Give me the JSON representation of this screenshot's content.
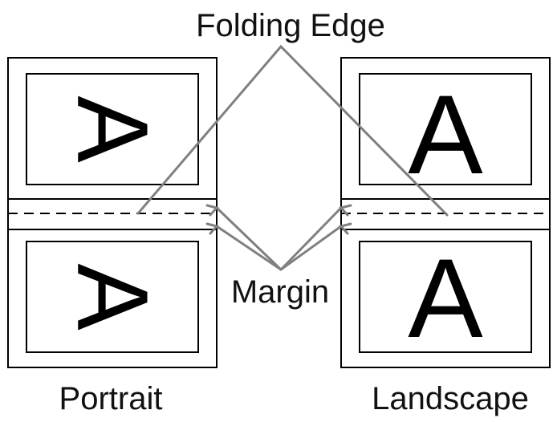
{
  "labels": {
    "folding_edge": "Folding Edge",
    "margin": "Margin",
    "portrait": "Portrait",
    "landscape": "Landscape"
  },
  "pages": {
    "portrait_top_letter": "A",
    "portrait_bottom_letter": "A",
    "landscape_top_letter": "A",
    "landscape_bottom_letter": "A"
  },
  "colors": {
    "outline": "#000000",
    "leader_line": "#808080"
  }
}
